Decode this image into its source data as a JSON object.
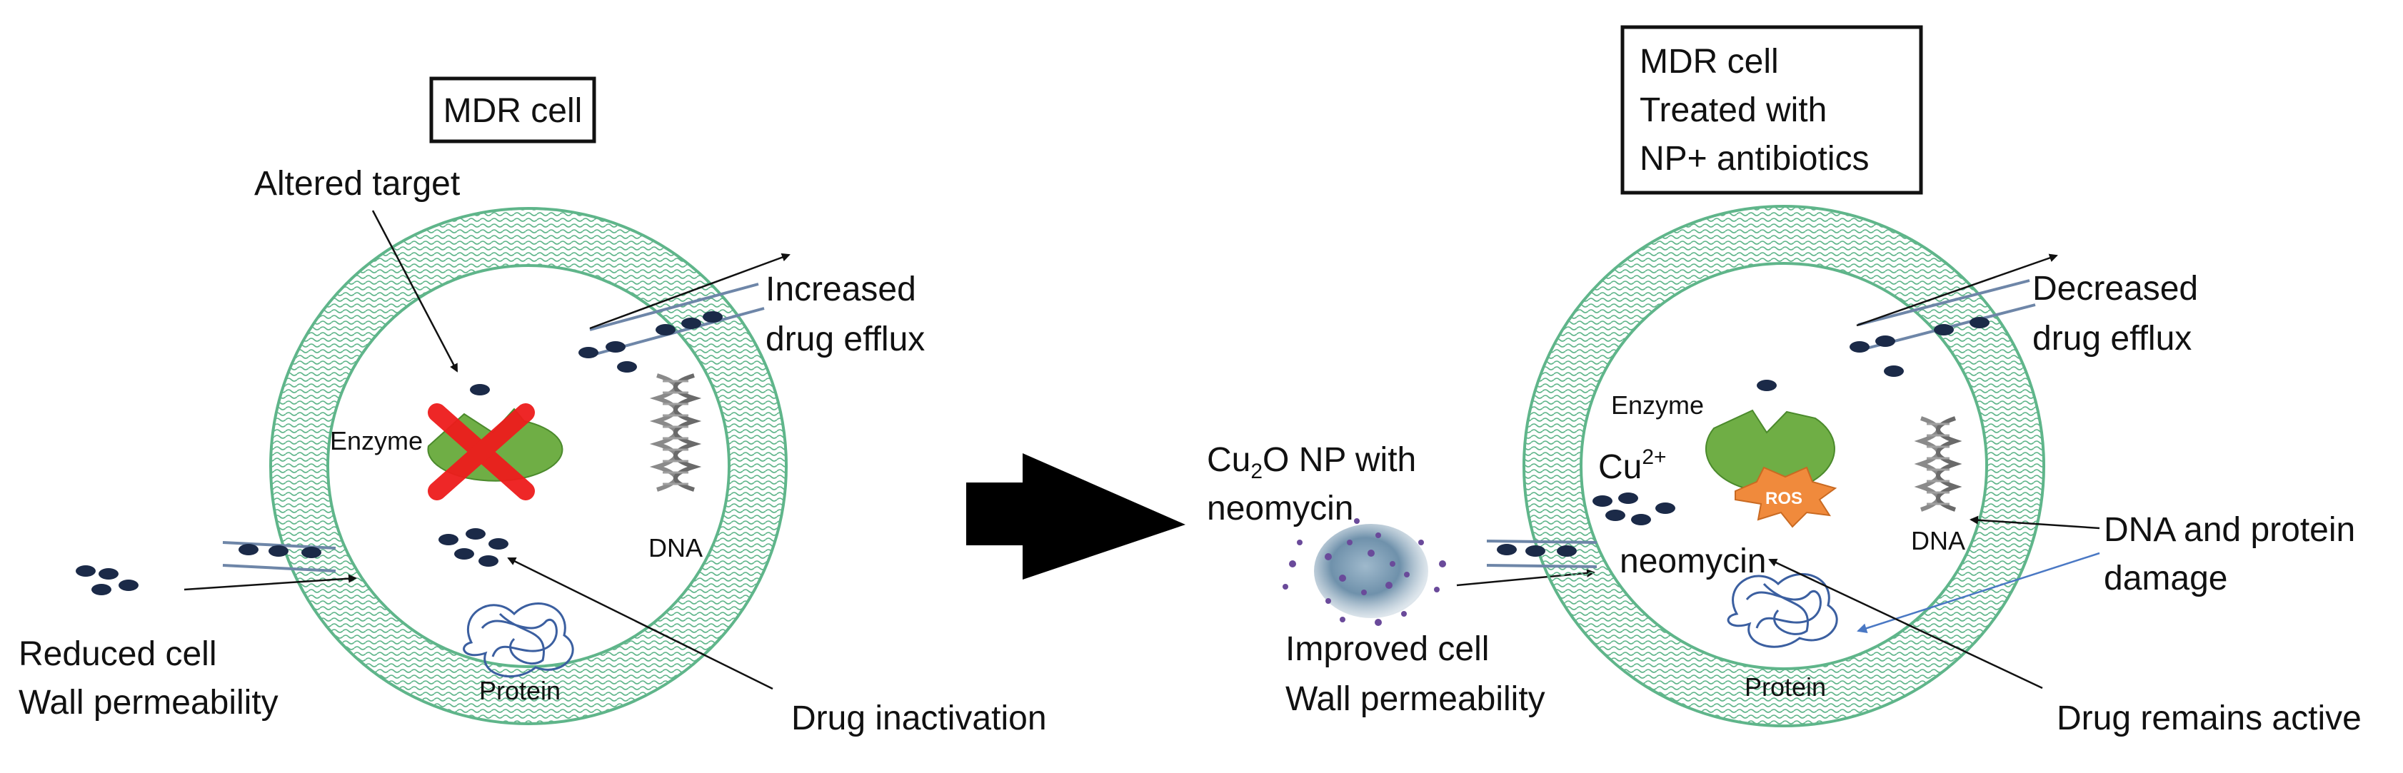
{
  "left_panel": {
    "box_title": "MDR cell",
    "altered_target": "Altered target",
    "efflux_line1": "Increased",
    "efflux_line2": "drug efflux",
    "enzyme": "Enzyme",
    "dna": "DNA",
    "protein": "Protein",
    "permeability_line1": "Reduced cell",
    "permeability_line2": "Wall permeability",
    "drug_inactivation": "Drug inactivation"
  },
  "nanoparticle": {
    "label_line1_prefix": "Cu",
    "label_line1_sub": "2",
    "label_line1_suffix": "O NP with",
    "label_line2": "neomycin",
    "permeability_line1": "Improved cell",
    "permeability_line2": "Wall permeability"
  },
  "right_panel": {
    "box_line1": "MDR cell",
    "box_line2": "Treated with",
    "box_line3": "NP+ antibiotics",
    "efflux_line1": "Decreased",
    "efflux_line2": "drug efflux",
    "enzyme": "Enzyme",
    "cu_ion_base": "Cu",
    "cu_ion_charge": "2+",
    "ros": "ROS",
    "dna": "DNA",
    "neomycin": "neomycin",
    "protein": "Protein",
    "damage_line1": "DNA and protein",
    "damage_line2": "damage",
    "drug_active": "Drug remains active"
  },
  "colors": {
    "membrane": "#5fb58a",
    "enzyme": "#6fae45",
    "cross": "#ee1c1c",
    "ros": "#f08a3c",
    "drug": "#1b2a48",
    "channel": "#6e86a8",
    "blue_arrow": "#4a78c4",
    "nanoparticle": "#5f86a4"
  }
}
